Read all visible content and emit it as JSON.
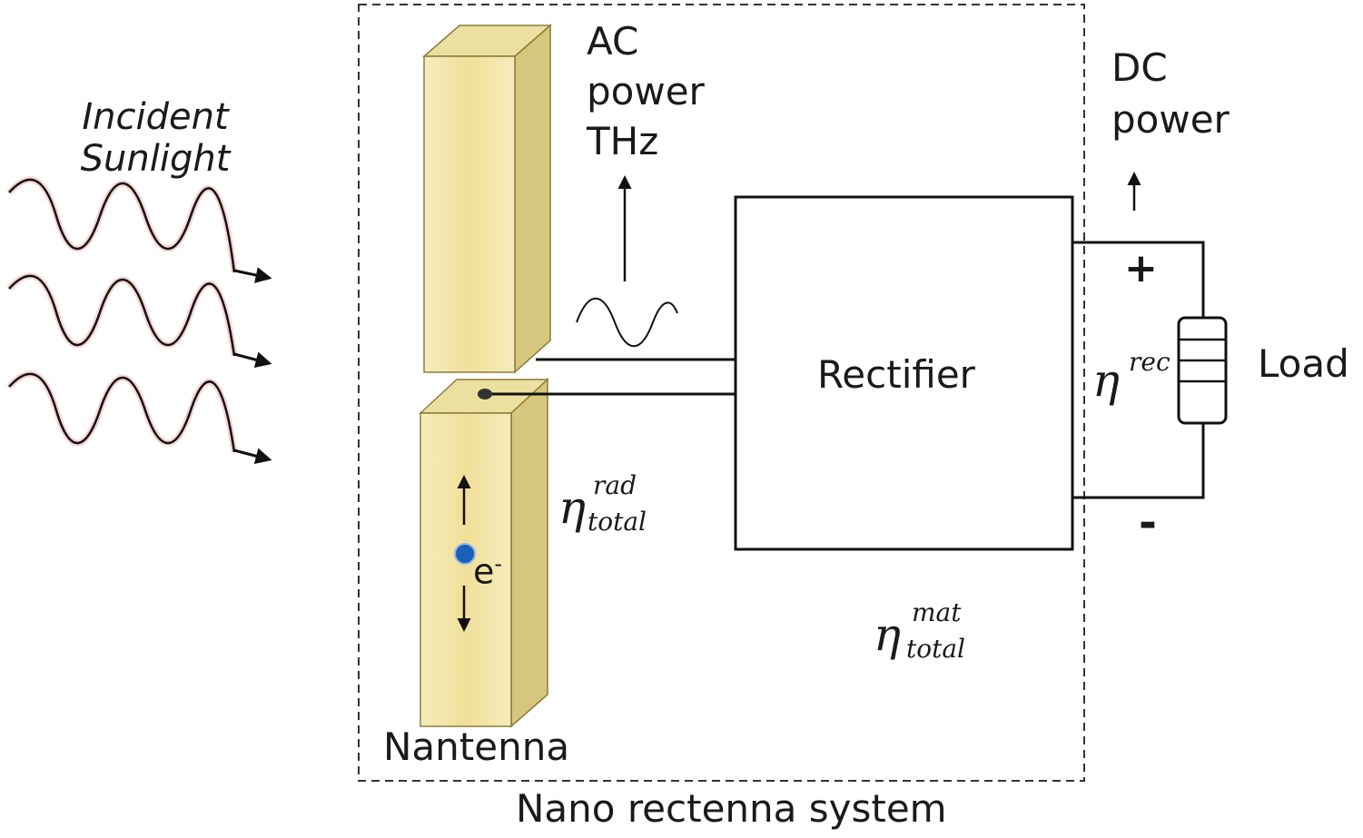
{
  "labels": {
    "incident_line1": "Incident",
    "incident_line2": "Sunlight",
    "ac_line1": "AC",
    "ac_line2": "power",
    "ac_line3": "THz",
    "dc_line1": "DC",
    "dc_line2": "power",
    "rectifier": "Rectifier",
    "load": "Load",
    "plus": "+",
    "minus": "-",
    "nantenna": "Nantenna",
    "system": "Nano rectenna system",
    "electron": "e",
    "electron_charge": "-"
  },
  "efficiency": {
    "symbol": "η",
    "rad_sup": "rad",
    "rad_sub": "total",
    "mat_sup": "mat",
    "mat_sub": "total",
    "rec_sup": "rec"
  },
  "colors": {
    "gold_front": "#f2e3a1",
    "gold_side": "#d6c77c",
    "gold_top": "#ece0a0",
    "wave_glow": "#f4b8b8",
    "electron": "#1c5fb8",
    "line": "#111111"
  }
}
